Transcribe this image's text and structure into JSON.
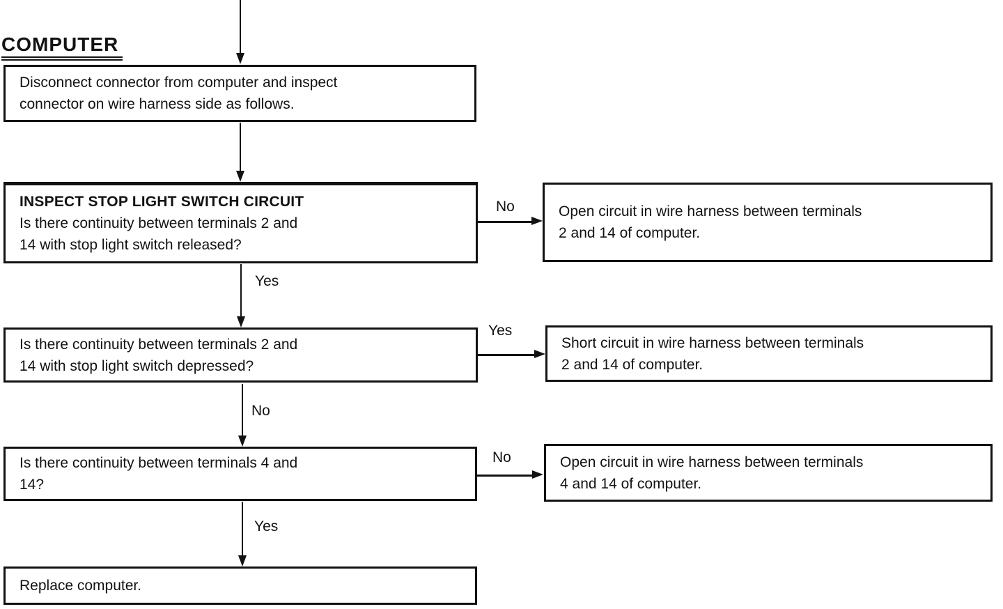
{
  "page": {
    "heading": "COMPUTER"
  },
  "nodes": {
    "step1": {
      "lines": [
        "Disconnect connector from computer and inspect",
        "connector on wire harness side as follows."
      ]
    },
    "step2": {
      "title": "INSPECT STOP LIGHT SWITCH CIRCUIT",
      "lines": [
        "Is there continuity between terminals 2 and",
        "14 with stop light switch released?"
      ]
    },
    "step3": {
      "lines": [
        "Is there continuity between terminals 2 and",
        "14 with stop light switch depressed?"
      ]
    },
    "step4": {
      "lines": [
        "Is there continuity between terminals 4 and",
        "14?"
      ]
    },
    "step5": {
      "lines": [
        "Replace computer."
      ]
    },
    "result_open_2_14": {
      "lines": [
        "Open circuit in wire harness between terminals",
        "2 and 14 of computer."
      ]
    },
    "result_short_2_14": {
      "lines": [
        "Short circuit in wire harness between terminals",
        "2 and 14 of computer."
      ]
    },
    "result_open_4_14": {
      "lines": [
        "Open circuit in wire harness between terminals",
        "4 and 14 of computer."
      ]
    }
  },
  "edge_labels": {
    "step2_no": "No",
    "step2_yes": "Yes",
    "step3_yes": "Yes",
    "step3_no": "No",
    "step4_no": "No",
    "step4_yes": "Yes"
  },
  "colors": {
    "ink": "#121212",
    "background": "#ffffff"
  }
}
